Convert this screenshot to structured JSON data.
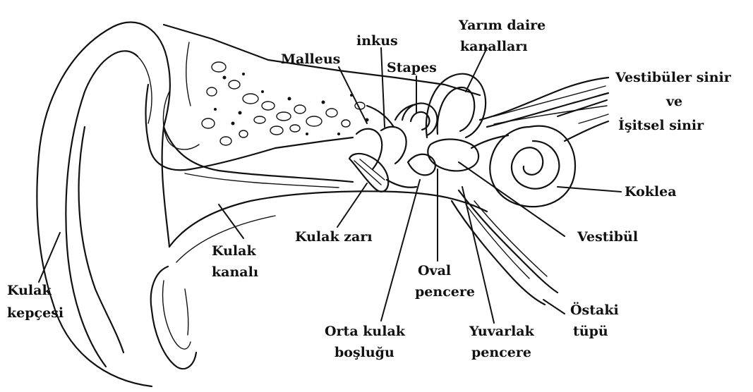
{
  "labels": {
    "yarim_daire_1": "Yarım daire",
    "yarim_daire_2": "kanalları",
    "inkus": "inkus",
    "malleus": "Malleus",
    "stapes": "Stapes",
    "vestibuler_1": "Vestibüler sinir",
    "vestibuler_2": "ve",
    "vestibuler_3": "İşitsel sinir",
    "koklea": "Koklea",
    "vestibul": "Vestibül",
    "kulak_zari": "Kulak zarı",
    "kulak_kanali_1": "Kulak",
    "kulak_kanali_2": "kanalı",
    "kulak_kepcesi_1": "Kulak",
    "kulak_kepcesi_2": "kepçesi",
    "oval_1": "Oval",
    "oval_2": "pencere",
    "orta_kulak_1": "Orta kulak",
    "orta_kulak_2": "boşluğu",
    "yuvarlak_1": "Yuvarlak",
    "yuvarlak_2": "pencere",
    "ostaki_1": "Östaki",
    "ostaki_2": "tüpü"
  },
  "colors": {
    "ink": "#111111",
    "background": "#ffffff"
  }
}
